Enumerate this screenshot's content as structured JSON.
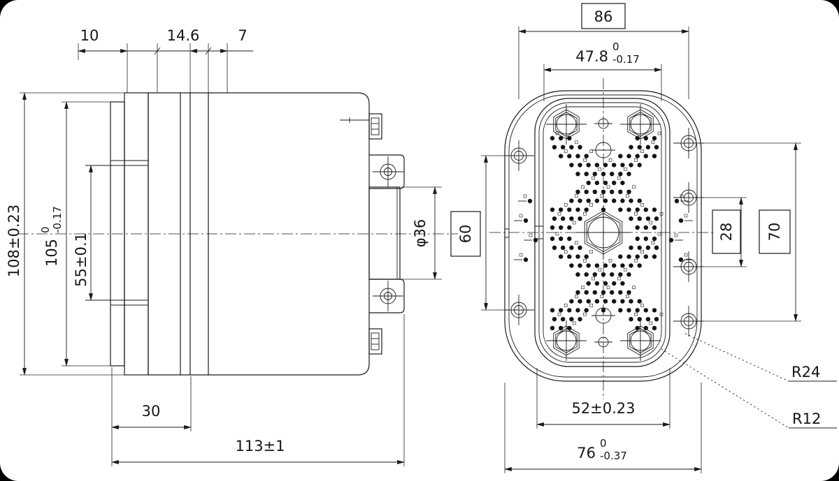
{
  "drawing": {
    "background": "#ffffff",
    "frame_color": "#000000",
    "line_color": "#1a1a1a",
    "left_view": {
      "dims_top": {
        "d10": "10",
        "d146": "14.6",
        "d7": "7"
      },
      "dims_left": {
        "d108": "108±0.23",
        "d105": {
          "value": "105",
          "tol_top": "0",
          "tol_bottom": "-0.17"
        },
        "d55": "55±0.1"
      },
      "dim_phi": "φ36",
      "dims_bottom": {
        "d30": "30",
        "d113": "113±1"
      }
    },
    "right_view": {
      "dim_top_boxed": "86",
      "dim_top": {
        "value": "47.8",
        "tol_top": "0",
        "tol_bottom": "-0.17"
      },
      "dim_left_boxed": "60",
      "dim_right_boxed_inner": "28",
      "dim_right_boxed_outer": "70",
      "dim_bottom": "52±0.23",
      "dim_bottom_overall": {
        "value": "76",
        "tol_top": "0",
        "tol_bottom": "-0.37"
      },
      "radius_outer": "R24",
      "radius_inner": "R12"
    }
  }
}
